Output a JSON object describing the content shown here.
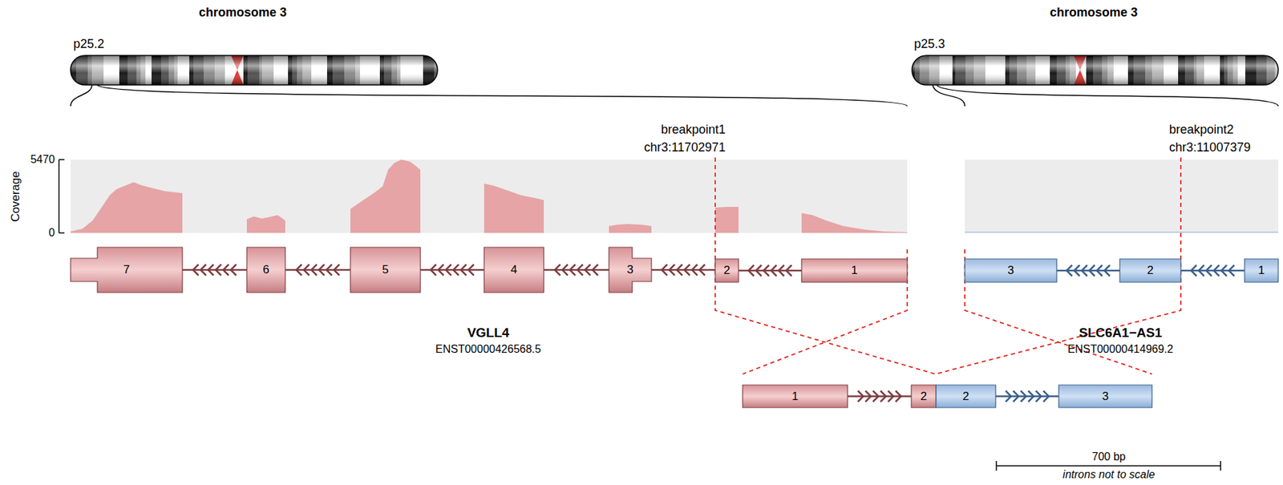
{
  "diagram": {
    "nodes": [
      {
        "text": [
          "7"
        ]
      },
      {
        "text": [
          "6"
        ]
      },
      {
        "text": [
          "5"
        ]
      },
      {
        "text": [
          "4"
        ]
      },
      {
        "text": [
          "3"
        ]
      },
      {
        "text": [
          "2"
        ]
      },
      {
        "text": [
          "1"
        ]
      },
      {
        "text": [
          "3"
        ]
      },
      {
        "text": [
          "2"
        ]
      },
      {
        "text": [
          "1"
        ]
      },
      {
        "text": [
          "1"
        ]
      },
      {
        "text": [
          "2"
        ]
      },
      {
        "text": [
          "2"
        ]
      },
      {
        "text": [
          "3"
        ]
      }
    ],
    "edges": [
      {
        "from": 0,
        "to": 1,
        "arrow": "none"
      },
      {
        "from": 1,
        "to": 2,
        "arrow": "none"
      },
      {
        "from": 2,
        "to": 3,
        "arrow": "none"
      },
      {
        "from": 3,
        "to": 4,
        "arrow": "none"
      },
      {
        "from": 4,
        "to": 5,
        "arrow": "none"
      },
      {
        "from": 5,
        "to": 6,
        "arrow": "none"
      },
      {
        "from": 7,
        "to": 8,
        "arrow": "none"
      },
      {
        "from": 8,
        "to": 9,
        "arrow": "none"
      },
      {
        "from": 10,
        "to": 11,
        "arrow": "none"
      },
      {
        "from": 12,
        "to": 13,
        "arrow": "none"
      }
    ],
    "labels": [
      "chromosome 3",
      "p25.2",
      "chromosome 3",
      "p25.3",
      "5470",
      "0",
      "Coverage",
      "breakpoint1",
      "chr3:11702971",
      "breakpoint2",
      "chr3:11007379",
      "VGLL4",
      "ENST00000426568.5",
      "SLC6A1−AS1",
      "ENST00000414969.2",
      "700 bp",
      "introns not to scale"
    ]
  }
}
